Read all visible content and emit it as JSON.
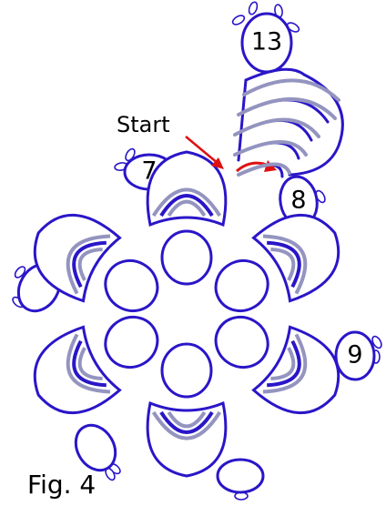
{
  "diagram": {
    "start_label": "Start",
    "figure_label": "Fig. 4",
    "ring_labels": [
      "13",
      "7",
      "8",
      "9"
    ]
  },
  "colors": {
    "outline": "#2a16c8",
    "inner_chain": "#9494c0",
    "arrow": "#e01010",
    "picot": "#2a16c8",
    "text": "#000000"
  }
}
